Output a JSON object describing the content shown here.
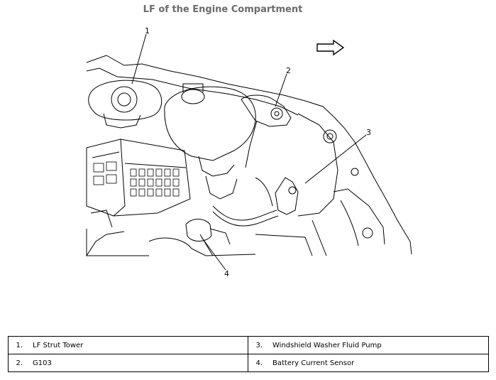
{
  "title": "LF of the Engine Compartment",
  "callouts": [
    {
      "number": "1",
      "label": "LF Strut Tower"
    },
    {
      "number": "2",
      "label": "G103"
    },
    {
      "number": "3",
      "label": "Windshield Washer Fluid Pump"
    },
    {
      "number": "4",
      "label": "Battery Current Sensor"
    }
  ],
  "legend": {
    "rows": [
      [
        {
          "number": "1.",
          "label": "LF Strut Tower"
        },
        {
          "number": "3.",
          "label": "Windshield Washer Fluid Pump"
        }
      ],
      [
        {
          "number": "2.",
          "label": "G103"
        },
        {
          "number": "4.",
          "label": "Battery Current Sensor"
        }
      ]
    ]
  },
  "arrow_icon": "direction-arrow-right-icon"
}
